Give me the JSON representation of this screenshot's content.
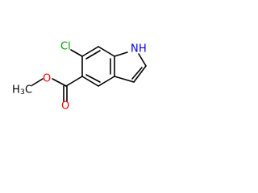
{
  "molecule": {
    "atoms": {
      "chlorine": {
        "label": "Cl",
        "color": "#00a000"
      },
      "nitrogen": {
        "label": "H",
        "prefix": "N",
        "color": "#0000ff"
      },
      "carbonyl_oxygen": {
        "label": "O",
        "color": "#ff0000"
      },
      "ester_oxygen": {
        "label": "O",
        "color": "#ff0000"
      },
      "methyl": {
        "label": "H",
        "subscript": "3",
        "suffix": "C",
        "color": "#000000"
      }
    },
    "bond_color": "#000000"
  }
}
